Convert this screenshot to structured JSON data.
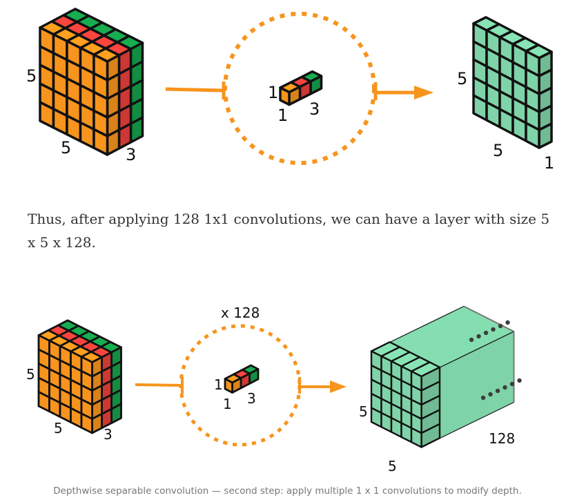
{
  "colors": {
    "orange": "#F7941D",
    "red": "#E8403A",
    "green": "#15A04A",
    "mint": "#7FD3A8",
    "outline": "#111111",
    "arrow": "#F7941D"
  },
  "top_figure": {
    "input_height": "5",
    "input_width": "5",
    "input_depth": "3",
    "kernel_height": "1",
    "kernel_width": "1",
    "kernel_depth": "3",
    "output_height": "5",
    "output_width": "5",
    "output_depth": "1"
  },
  "paragraph": "Thus, after applying 128 1x1 convolutions, we can have a layer with size 5 x 5 x 128.",
  "bottom_figure": {
    "kernel_count": "x 128",
    "input_height": "5",
    "input_width": "5",
    "input_depth": "3",
    "kernel_height": "1",
    "kernel_width": "1",
    "kernel_depth": "3",
    "output_height": "5",
    "output_width": "5",
    "output_depth": "128"
  },
  "caption": "Depthwise separable convolution — second step: apply multiple 1 x 1 convolutions to modify depth."
}
